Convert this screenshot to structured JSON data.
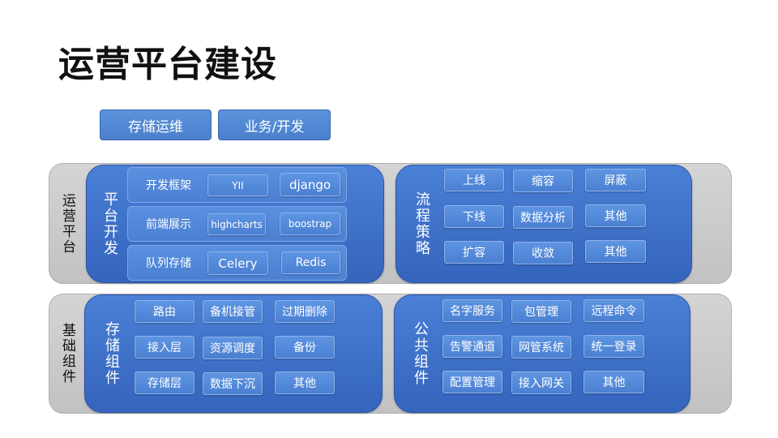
{
  "title": "运营平台建设",
  "tabs": [
    "存储运维",
    "业务/开发"
  ],
  "top_band": {
    "label": "运营平台",
    "platform_dev": {
      "label": "平台开发",
      "rows": [
        {
          "label": "开发框架",
          "items": [
            "YII",
            "django"
          ]
        },
        {
          "label": "前端展示",
          "items": [
            "highcharts",
            "boostrap"
          ]
        },
        {
          "label": "队列存储",
          "items": [
            "Celery",
            "Redis"
          ]
        }
      ]
    },
    "process_strategy": {
      "label": "流程策略",
      "items": [
        "上线",
        "缩容",
        "屏蔽",
        "下线",
        "数据分析",
        "其他",
        "扩容",
        "收敛",
        "其他"
      ]
    }
  },
  "bottom_band": {
    "label": "基础组件",
    "storage_components": {
      "label": "存储组件",
      "items": [
        "路由",
        "备机接管",
        "过期删除",
        "接入层",
        "资源调度",
        "备份",
        "存储层",
        "数据下沉",
        "其他"
      ]
    },
    "public_components": {
      "label": "公共组件",
      "items": [
        "名字服务",
        "包管理",
        "远程命令",
        "告警通道",
        "网管系统",
        "统一登录",
        "配置管理",
        "接入网关",
        "其他"
      ]
    }
  }
}
